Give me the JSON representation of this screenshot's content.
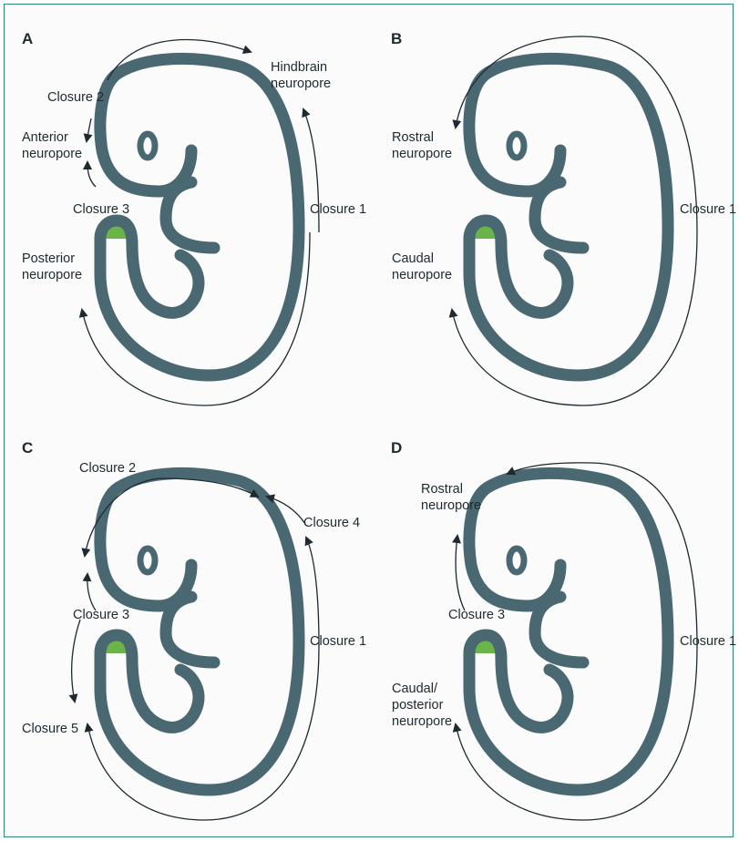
{
  "colors": {
    "body": "#4a6872",
    "neuropore_fill": "#6ab44a",
    "border": "#2a8c6a",
    "text": "#1d2a30"
  },
  "panels": [
    {
      "letter": "A",
      "labels": {
        "hindbrain": [
          "Hindbrain",
          "neuropore"
        ],
        "closure2": "Closure 2",
        "anterior": [
          "Anterior",
          "neuropore"
        ],
        "closure3": "Closure 3",
        "closure1": "Closure 1",
        "posterior": [
          "Posterior",
          "neuropore"
        ]
      }
    },
    {
      "letter": "B",
      "labels": {
        "rostral": [
          "Rostral",
          "neuropore"
        ],
        "closure1": "Closure 1",
        "caudal": [
          "Caudal",
          "neuropore"
        ]
      }
    },
    {
      "letter": "C",
      "labels": {
        "closure2": "Closure 2",
        "closure4": "Closure 4",
        "closure3": "Closure 3",
        "closure1": "Closure 1",
        "closure5": "Closure 5"
      }
    },
    {
      "letter": "D",
      "labels": {
        "rostral": [
          "Rostral",
          "neuropore"
        ],
        "closure3": "Closure 3",
        "closure1": "Closure 1",
        "caudal": [
          "Caudal/",
          "posterior",
          "neuropore"
        ]
      }
    }
  ]
}
